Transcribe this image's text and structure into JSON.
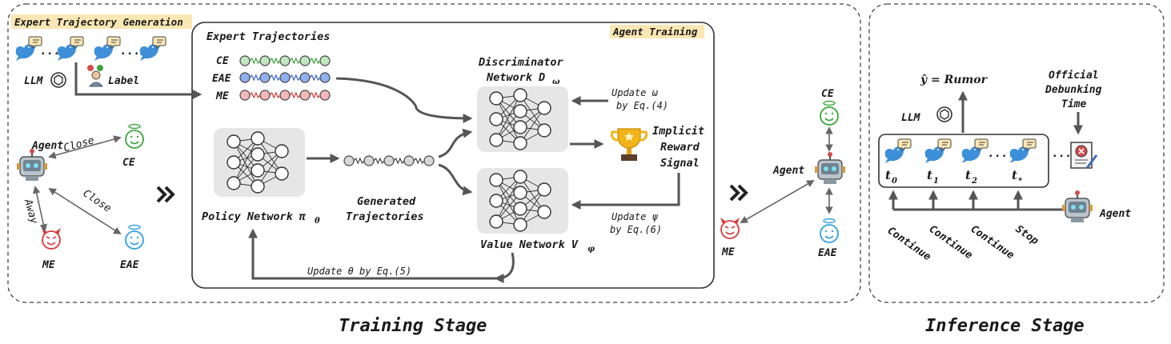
{
  "labels": {
    "expert_traj_gen": "Expert Trajectory Generation",
    "agent_training": "Agent Training",
    "expert_trajectories": "Expert Trajectories",
    "ce": "CE",
    "eae": "EAE",
    "me": "ME",
    "llm": "LLM",
    "label": "Label",
    "agent": "Agent",
    "close": "Close",
    "away": "Away",
    "disc_line1": "Discriminator",
    "disc_line2": "Network D",
    "disc_sub": "ω",
    "update_omega": "Update ω",
    "by_eq4": "by Eq.(4)",
    "implicit": "Implicit",
    "reward": "Reward",
    "signal": "Signal",
    "policy_network": "Policy Network π",
    "policy_sub": "θ",
    "generated": "Generated",
    "trajectories": "Trajectories",
    "value_network": "Value Network V",
    "value_sub": "φ",
    "update_psi": "Update ψ",
    "by_eq6": "by Eq.(6)",
    "update_theta": "Update θ by Eq.(5)",
    "dots": "...",
    "y_rumor": "ŷ = Rumor",
    "official": "Official",
    "debunking": "Debunking",
    "time": "Time",
    "t0": "t",
    "t0_sub": "0",
    "t1": "t",
    "t1_sub": "1",
    "t2": "t",
    "t2_sub": "2",
    "tstar": "t",
    "tstar_sub": "*",
    "continue": "Continue",
    "stop": "Stop",
    "training_stage": "Training Stage",
    "inference_stage": "Inference Stage"
  },
  "colors": {
    "ce": "#3aa53a",
    "eae": "#2fa0e0",
    "me": "#d93a3a",
    "ce_node": "#bfe6bf",
    "eae_node": "#8fb0f0",
    "me_node": "#f4b8b8",
    "tag_bg": "#fbe7b4",
    "network_bg": "#e6e6e6",
    "bird": "#3d8fd9"
  }
}
